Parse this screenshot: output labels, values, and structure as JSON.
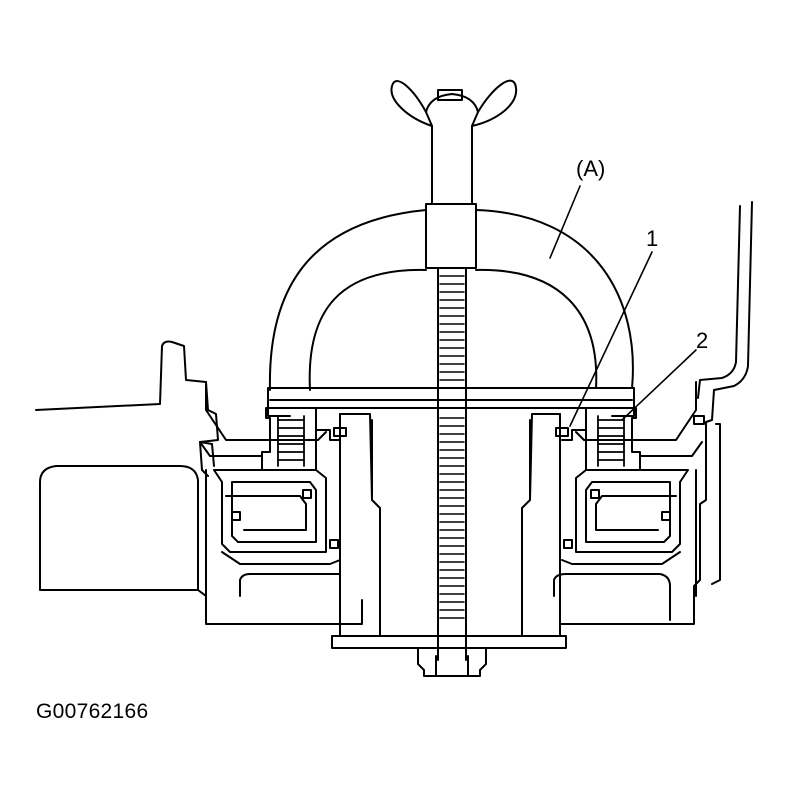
{
  "figure": {
    "id": "G00762166",
    "callouts": {
      "tool": "(A)",
      "part1": "1",
      "part2": "2"
    }
  },
  "colors": {
    "ink": "#000000",
    "paper": "#ffffff"
  }
}
